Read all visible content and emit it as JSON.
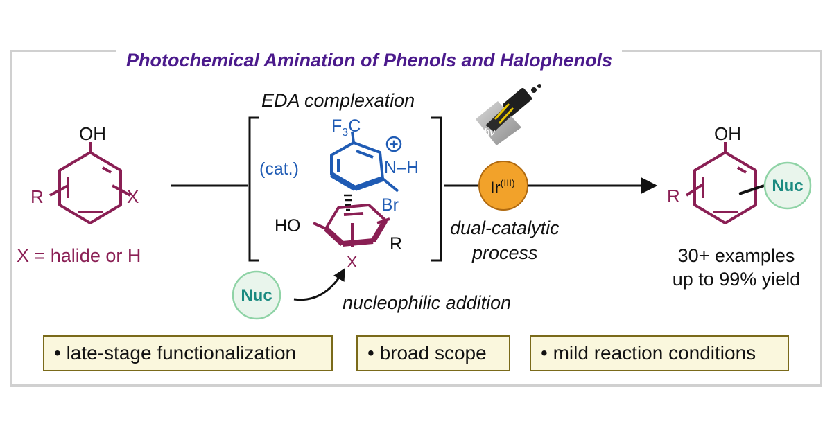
{
  "title": "Photochemical Amination of Phenols and Halophenols",
  "colors": {
    "title": "#4b1a8c",
    "arene": "#8a1f54",
    "pyridinium": "#1f5bb4",
    "nuc": "#1a8a80",
    "catalyst": "#f2a22a",
    "tag_bg": "#faf7dd"
  },
  "substrate": {
    "oh": "OH",
    "r": "R",
    "x": "X",
    "note": "X = halide or H"
  },
  "complex": {
    "header": "EDA complexation",
    "cf3": "F",
    "cf3_sub": "3",
    "cf3_c": "C",
    "plus": "+",
    "nh": "N–H",
    "cat": "(cat.)",
    "br": "Br",
    "ho": "HO",
    "r": "R",
    "x": "X"
  },
  "nuc_label": "Nuc",
  "nucleophilic_addition": "nucleophilic addition",
  "light": {
    "label": "hν",
    "icon": "flashlight-icon"
  },
  "catalyst": {
    "base": "Ir",
    "sup": "(III)"
  },
  "process": {
    "line1": "dual-catalytic",
    "line2": "process"
  },
  "product": {
    "oh": "OH",
    "r": "R",
    "nuc": "Nuc",
    "line1": "30+ examples",
    "line2": "up to 99% yield"
  },
  "features": [
    "• late-stage functionalization",
    "• broad scope",
    "• mild reaction conditions"
  ]
}
